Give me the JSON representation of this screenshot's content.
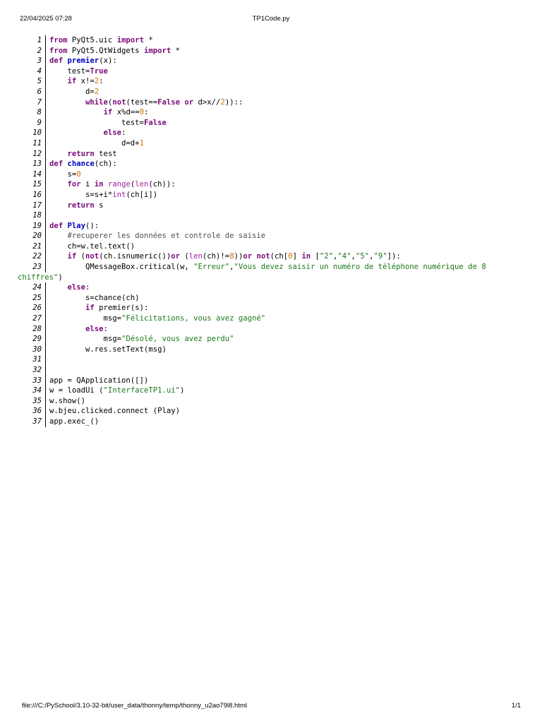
{
  "header": {
    "date": "22/04/2025 07:28",
    "title": "TP1Code.py"
  },
  "footer": {
    "path": "file:///C:/PySchool/3.10-32-bit/user_data/thonny/temp/thonny_u2ao79l8.html",
    "page": "1/1"
  },
  "code": {
    "lines": [
      {
        "num": "1",
        "parts": [
          [
            "k",
            "from"
          ],
          [
            "t",
            " PyQt5.uic "
          ],
          [
            "k",
            "import"
          ],
          [
            "t",
            " *"
          ]
        ]
      },
      {
        "num": "2",
        "parts": [
          [
            "k",
            "from"
          ],
          [
            "t",
            " PyQt5.QtWidgets "
          ],
          [
            "k",
            "import"
          ],
          [
            "t",
            " *"
          ]
        ]
      },
      {
        "num": "3",
        "parts": [
          [
            "k",
            "def"
          ],
          [
            "t",
            " "
          ],
          [
            "f",
            "premier"
          ],
          [
            "t",
            "(x):"
          ]
        ]
      },
      {
        "num": "4",
        "parts": [
          [
            "t",
            "    test="
          ],
          [
            "k",
            "True"
          ]
        ]
      },
      {
        "num": "5",
        "parts": [
          [
            "t",
            "    "
          ],
          [
            "k",
            "if"
          ],
          [
            "t",
            " x!="
          ],
          [
            "n",
            "2"
          ],
          [
            "t",
            ":"
          ]
        ]
      },
      {
        "num": "6",
        "parts": [
          [
            "t",
            "        d="
          ],
          [
            "n",
            "2"
          ]
        ]
      },
      {
        "num": "7",
        "parts": [
          [
            "t",
            "        "
          ],
          [
            "k",
            "while"
          ],
          [
            "t",
            "("
          ],
          [
            "k",
            "not"
          ],
          [
            "t",
            "(test=="
          ],
          [
            "k",
            "False"
          ],
          [
            "t",
            " "
          ],
          [
            "k",
            "or"
          ],
          [
            "t",
            " d>x//"
          ],
          [
            "n",
            "2"
          ],
          [
            "t",
            "))::"
          ]
        ]
      },
      {
        "num": "8",
        "parts": [
          [
            "t",
            "            "
          ],
          [
            "k",
            "if"
          ],
          [
            "t",
            " x%d=="
          ],
          [
            "n",
            "0"
          ],
          [
            "t",
            ":"
          ]
        ]
      },
      {
        "num": "9",
        "parts": [
          [
            "t",
            "                test="
          ],
          [
            "k",
            "False"
          ]
        ]
      },
      {
        "num": "10",
        "parts": [
          [
            "t",
            "            "
          ],
          [
            "k",
            "else"
          ],
          [
            "t",
            ":"
          ]
        ]
      },
      {
        "num": "11",
        "parts": [
          [
            "t",
            "                d=d+"
          ],
          [
            "n",
            "1"
          ]
        ]
      },
      {
        "num": "12",
        "parts": [
          [
            "t",
            "    "
          ],
          [
            "k",
            "return"
          ],
          [
            "t",
            " test"
          ]
        ]
      },
      {
        "num": "13",
        "parts": [
          [
            "k",
            "def"
          ],
          [
            "t",
            " "
          ],
          [
            "f",
            "chance"
          ],
          [
            "t",
            "(ch):"
          ]
        ]
      },
      {
        "num": "14",
        "parts": [
          [
            "t",
            "    s="
          ],
          [
            "n",
            "0"
          ]
        ]
      },
      {
        "num": "15",
        "parts": [
          [
            "t",
            "    "
          ],
          [
            "k",
            "for"
          ],
          [
            "t",
            " i "
          ],
          [
            "k",
            "in"
          ],
          [
            "t",
            " "
          ],
          [
            "b",
            "range"
          ],
          [
            "t",
            "("
          ],
          [
            "b",
            "len"
          ],
          [
            "t",
            "(ch)):"
          ]
        ]
      },
      {
        "num": "16",
        "parts": [
          [
            "t",
            "        s=s+i*"
          ],
          [
            "b",
            "int"
          ],
          [
            "t",
            "(ch[i])"
          ]
        ]
      },
      {
        "num": "17",
        "parts": [
          [
            "t",
            "    "
          ],
          [
            "k",
            "return"
          ],
          [
            "t",
            " s"
          ]
        ]
      },
      {
        "num": "18",
        "parts": []
      },
      {
        "num": "19",
        "parts": [
          [
            "k",
            "def"
          ],
          [
            "t",
            " "
          ],
          [
            "f",
            "Play"
          ],
          [
            "t",
            "():"
          ]
        ]
      },
      {
        "num": "20",
        "parts": [
          [
            "c",
            "    #recuperer les données et controle de saisie"
          ]
        ]
      },
      {
        "num": "21",
        "parts": [
          [
            "t",
            "    ch=w.tel.text()"
          ]
        ]
      },
      {
        "num": "22",
        "parts": [
          [
            "t",
            "    "
          ],
          [
            "k",
            "if"
          ],
          [
            "t",
            " ("
          ],
          [
            "k",
            "not"
          ],
          [
            "t",
            "(ch.isnumeric())"
          ],
          [
            "k",
            "or"
          ],
          [
            "t",
            " ("
          ],
          [
            "b",
            "len"
          ],
          [
            "t",
            "(ch)!="
          ],
          [
            "n",
            "8"
          ],
          [
            "t",
            "))"
          ],
          [
            "k",
            "or"
          ],
          [
            "t",
            " "
          ],
          [
            "k",
            "not"
          ],
          [
            "t",
            "(ch["
          ],
          [
            "n",
            "0"
          ],
          [
            "t",
            "] "
          ],
          [
            "k",
            "in"
          ],
          [
            "t",
            " ["
          ],
          [
            "s",
            "\"2\""
          ],
          [
            "t",
            ","
          ],
          [
            "s",
            "\"4\""
          ],
          [
            "t",
            ","
          ],
          [
            "s",
            "\"5\""
          ],
          [
            "t",
            ","
          ],
          [
            "s",
            "\"9\""
          ],
          [
            "t",
            "]):"
          ]
        ]
      },
      {
        "num": "23",
        "parts": [
          [
            "t",
            "        QMessageBox.critical(w, "
          ],
          [
            "s",
            "\"Erreur\""
          ],
          [
            "t",
            ","
          ],
          [
            "s",
            "\"Vous devez saisir un numéro de téléphone numérique de 8"
          ]
        ]
      },
      {
        "num": "",
        "wrap": true,
        "parts": [
          [
            "s",
            "chiffres\""
          ],
          [
            "t",
            ")"
          ]
        ]
      },
      {
        "num": "24",
        "parts": [
          [
            "t",
            "    "
          ],
          [
            "k",
            "else"
          ],
          [
            "t",
            ":"
          ]
        ]
      },
      {
        "num": "25",
        "parts": [
          [
            "t",
            "        s=chance(ch)"
          ]
        ]
      },
      {
        "num": "26",
        "parts": [
          [
            "t",
            "        "
          ],
          [
            "k",
            "if"
          ],
          [
            "t",
            " premier(s):"
          ]
        ]
      },
      {
        "num": "27",
        "parts": [
          [
            "t",
            "            msg="
          ],
          [
            "s",
            "\"Félicitations, vous avez gagné\""
          ]
        ]
      },
      {
        "num": "28",
        "parts": [
          [
            "t",
            "        "
          ],
          [
            "k",
            "else"
          ],
          [
            "t",
            ":"
          ]
        ]
      },
      {
        "num": "29",
        "parts": [
          [
            "t",
            "            msg="
          ],
          [
            "s",
            "\"Désolé, vous avez perdu\""
          ]
        ]
      },
      {
        "num": "30",
        "parts": [
          [
            "t",
            "        w.res.setText(msg)"
          ]
        ]
      },
      {
        "num": "31",
        "parts": []
      },
      {
        "num": "32",
        "parts": []
      },
      {
        "num": "33",
        "parts": [
          [
            "t",
            "app = QApplication([])"
          ]
        ]
      },
      {
        "num": "34",
        "parts": [
          [
            "t",
            "w = loadUi ("
          ],
          [
            "s",
            "\"InterfaceTP1.ui\""
          ],
          [
            "t",
            ")"
          ]
        ]
      },
      {
        "num": "35",
        "parts": [
          [
            "t",
            "w.show()"
          ]
        ]
      },
      {
        "num": "36",
        "parts": [
          [
            "t",
            "w.bjeu.clicked.connect (Play)"
          ]
        ]
      },
      {
        "num": "37",
        "parts": [
          [
            "t",
            "app.exec_()"
          ]
        ]
      }
    ]
  }
}
